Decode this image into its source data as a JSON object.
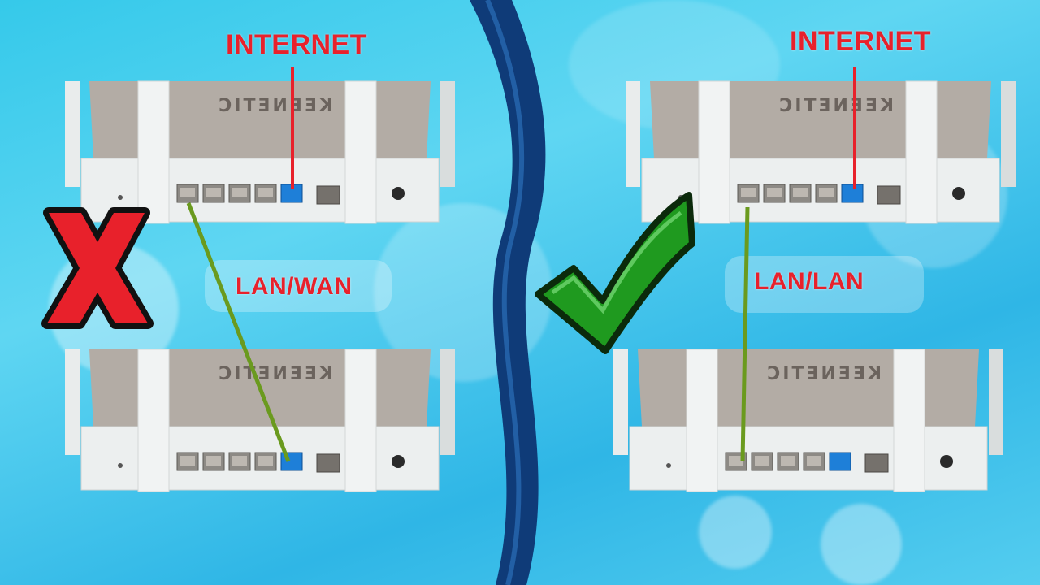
{
  "left": {
    "internet_label": "INTERNET",
    "connection_label": "LAN/WAN",
    "status": "x-mark-icon"
  },
  "right": {
    "internet_label": "INTERNET",
    "connection_label": "LAN/LAN",
    "status": "checkmark-icon"
  },
  "router_brand": "KEENETIC",
  "colors": {
    "wan_port": "#1e7fd8",
    "internet_line": "#e8212b",
    "cable": "#6a9a1e",
    "x_mark": "#e8212b",
    "check": "#1f9a1f"
  }
}
